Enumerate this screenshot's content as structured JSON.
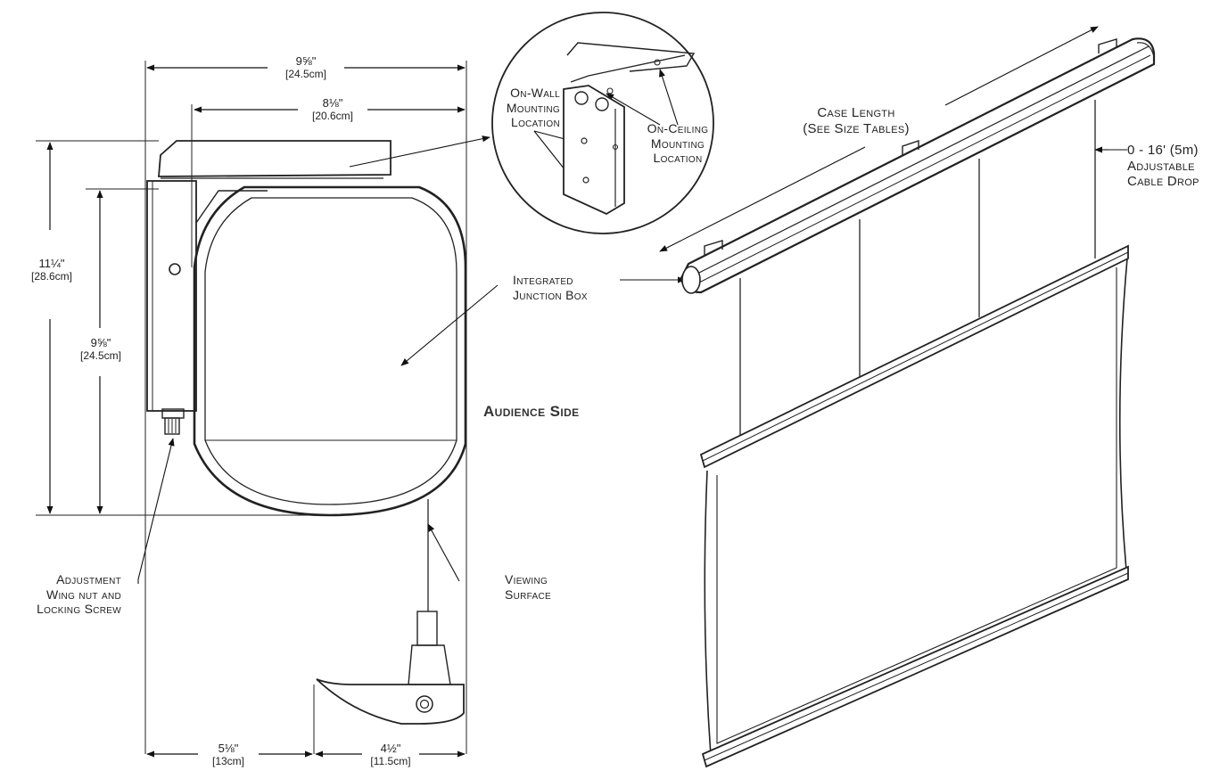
{
  "dimensions": {
    "overall_width": {
      "imperial": "9⅝\"",
      "metric": "[24.5cm]"
    },
    "bracket_width": {
      "imperial": "8⅛\"",
      "metric": "[20.6cm]"
    },
    "overall_height": {
      "imperial": "11¼\"",
      "metric": "[28.6cm]"
    },
    "case_height": {
      "imperial": "9⅝\"",
      "metric": "[24.5cm]"
    },
    "front_offset": {
      "imperial": "5⅛\"",
      "metric": "[13cm]"
    },
    "bar_depth": {
      "imperial": "4½\"",
      "metric": "[11.5cm]"
    }
  },
  "callouts": {
    "on_wall": [
      "On-Wall",
      "Mounting",
      "Location"
    ],
    "on_ceiling": [
      "On-Ceiling",
      "Mounting",
      "Location"
    ],
    "junction_box": [
      "Integrated",
      "Junction Box"
    ],
    "audience_side": "Audience Side",
    "adjustment": [
      "Adjustment",
      "Wing nut and",
      "Locking Screw"
    ],
    "viewing_surface": [
      "Viewing",
      "Surface"
    ],
    "case_length": [
      "Case Length",
      "(See Size Tables)"
    ],
    "cable_drop": [
      "0 - 16' (5m)",
      "Adjustable",
      "Cable Drop"
    ]
  }
}
